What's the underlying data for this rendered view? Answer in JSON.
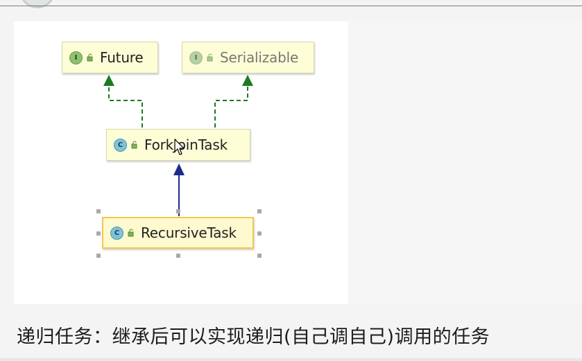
{
  "diagram": {
    "nodes": [
      {
        "id": "future",
        "name": "Future",
        "kind": "interface",
        "badge": "I"
      },
      {
        "id": "serializable",
        "name": "Serializable",
        "kind": "interface",
        "badge": "I"
      },
      {
        "id": "forkjointask",
        "name": "ForkJoinTask",
        "kind": "class",
        "badge": "C"
      },
      {
        "id": "recursivetask",
        "name": "RecursiveTask",
        "kind": "class",
        "badge": "C",
        "selected": true
      }
    ],
    "edges": [
      {
        "from": "forkjointask",
        "to": "future",
        "relation": "implements"
      },
      {
        "from": "forkjointask",
        "to": "serializable",
        "relation": "implements"
      },
      {
        "from": "recursivetask",
        "to": "forkjointask",
        "relation": "extends"
      }
    ],
    "colors": {
      "implements_arrow": "#1f7a1f",
      "extends_arrow": "#1c2b8c",
      "node_fill": "#fefed6",
      "selected_border": "#f2c84b"
    }
  },
  "caption": "递归任务：继承后可以实现递归(自己调自己)调用的任务"
}
